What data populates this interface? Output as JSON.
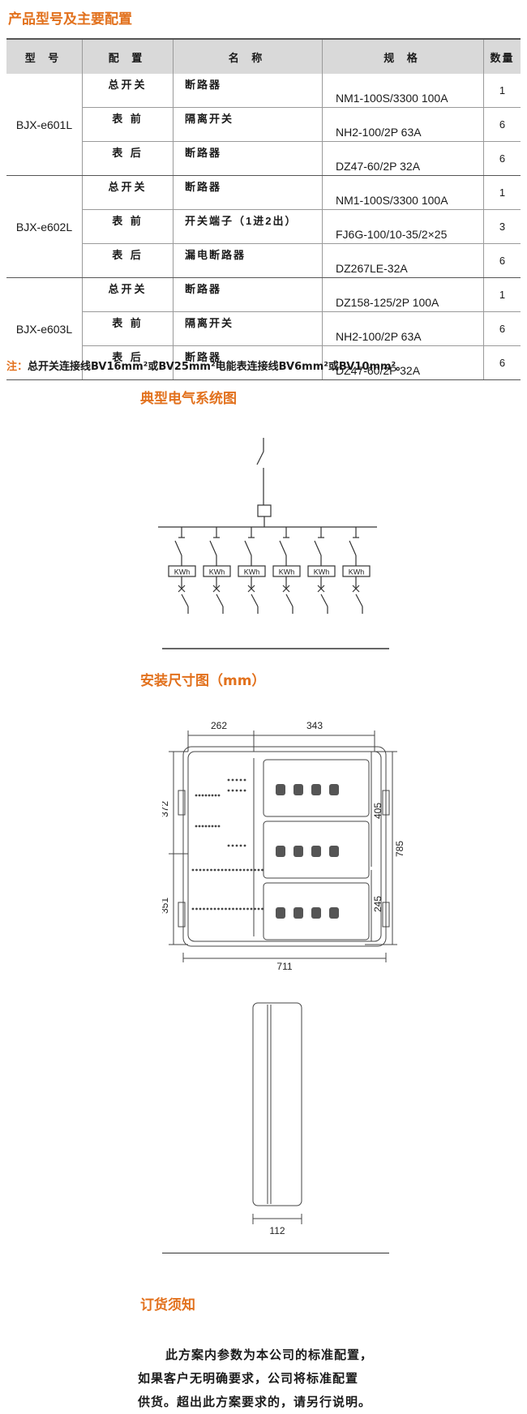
{
  "sections": {
    "product_title": "产品型号及主要配置",
    "system_diagram_title": "典型电气系统图",
    "dimensions_title": "安装尺寸图（mm）",
    "order_title": "订货须知"
  },
  "table": {
    "headers": [
      "型 号",
      "配 置",
      "名 称",
      "规 格",
      "数量"
    ],
    "groups": [
      {
        "model": "BJX-e601L",
        "rows": [
          {
            "config": "总开关",
            "name": "断路器",
            "spec": "NM1-100S/3300 100A",
            "qty": "1"
          },
          {
            "config": "表 前",
            "name": "隔离开关",
            "spec": "NH2-100/2P 63A",
            "qty": "6"
          },
          {
            "config": "表 后",
            "name": "断路器",
            "spec": "DZ47-60/2P 32A",
            "qty": "6"
          }
        ]
      },
      {
        "model": "BJX-e602L",
        "rows": [
          {
            "config": "总开关",
            "name": "断路器",
            "spec": "NM1-100S/3300 100A",
            "qty": "1"
          },
          {
            "config": "表 前",
            "name": "开关端子（1进2出）",
            "spec": "FJ6G-100/10-35/2×25",
            "qty": "3"
          },
          {
            "config": "表 后",
            "name": "漏电断路器",
            "spec": "DZ267LE-32A",
            "qty": "6"
          }
        ]
      },
      {
        "model": "BJX-e603L",
        "rows": [
          {
            "config": "总开关",
            "name": "断路器",
            "spec": "DZ158-125/2P 100A",
            "qty": "1"
          },
          {
            "config": "表 前",
            "name": "隔离开关",
            "spec": "NH2-100/2P 63A",
            "qty": "6"
          },
          {
            "config": "表 后",
            "name": "断路器",
            "spec": "DZ47-60/2P 32A",
            "qty": "6"
          }
        ]
      }
    ]
  },
  "note": {
    "label": "注：",
    "text": "总开关连接线BV16mm²或BV25mm²电能表连接线BV6mm²或BV10mm²。"
  },
  "system_diagram": {
    "meter_label": "KWh",
    "meter_count": 6
  },
  "dimensions": {
    "top_left": "262",
    "top_right": "343",
    "left_upper": "372",
    "left_lower": "351",
    "right_upper": "405",
    "right_total": "785",
    "right_lower": "245",
    "bottom": "711",
    "side_depth": "112"
  },
  "order": {
    "line1": "此方案内参数为本公司的标准配置，",
    "line2": "如果客户无明确要求，公司将标准配置",
    "line3": "供货。超出此方案要求的，请另行说明。"
  },
  "colors": {
    "accent": "#e2711d",
    "header_bg": "#d9d9d9",
    "line": "#333333"
  }
}
